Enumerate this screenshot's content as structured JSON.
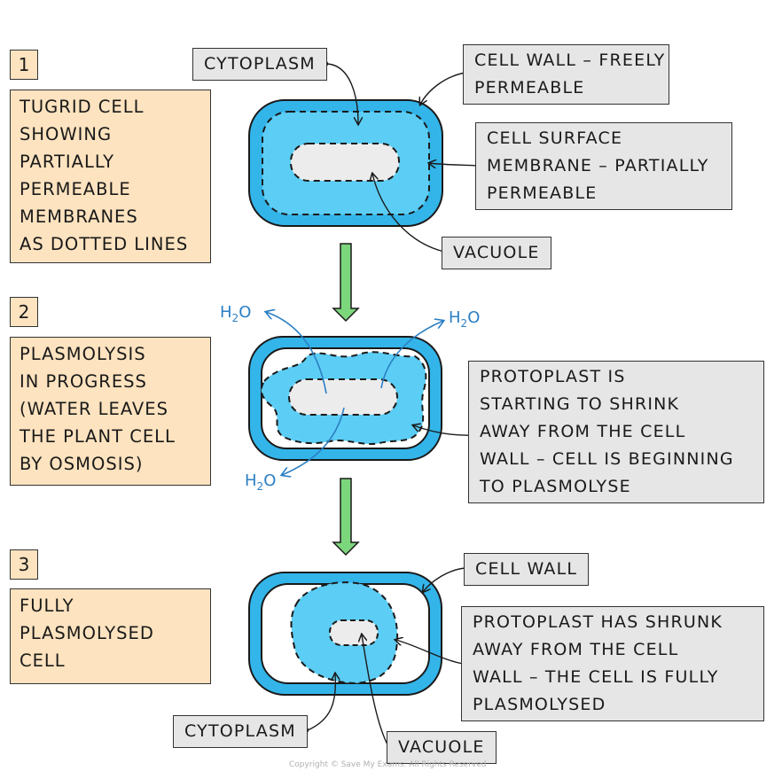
{
  "panels": [
    {
      "number": "1",
      "description": [
        "TUGRID  CELL",
        "SHOWING",
        "PARTIALLY",
        "PERMEABLE",
        "MEMBRANES",
        "AS DOTTED  LINES"
      ]
    },
    {
      "number": "2",
      "description": [
        "PLASMOLYSIS",
        "IN  PROGRESS",
        "(WATER  LEAVES",
        "THE  PLANT  CELL",
        "BY  OSMOSIS)"
      ]
    },
    {
      "number": "3",
      "description": [
        "FULLY",
        "PLASMOLYSED",
        "CELL"
      ]
    }
  ],
  "labels": {
    "cytoplasm_1": "CYTOPLASM",
    "cell_wall_1": [
      "CELL  WALL – FREELY",
      "PERMEABLE"
    ],
    "cell_surface_membrane": [
      "CELL  SURFACE",
      "MEMBRANE  – PARTIALLY",
      "PERMEABLE"
    ],
    "vacuole_1": "VACUOLE",
    "protoplast_2": [
      "PROTOPLAST  IS",
      "STARTING  TO  SHRINK",
      "AWAY  FROM  THE  CELL",
      "WALL – CELL  IS  BEGINNING",
      "TO  PLASMOLYSE"
    ],
    "cell_wall_3": "CELL  WALL",
    "protoplast_3": [
      "PROTOPLAST  HAS  SHRUNK",
      "AWAY  FROM  THE  CELL",
      "WALL – THE  CELL  IS  FULLY",
      "PLASMOLYSED"
    ],
    "cytoplasm_3": "CYTOPLASM",
    "vacuole_3": "VACUOLE"
  },
  "water_labels": {
    "base": "H",
    "sub": "2",
    "tail": "O"
  },
  "footer": "Copyright © Save My Exams. All Rights Reserved",
  "colors": {
    "label_box": "#fde3bf",
    "callout_box": "#e6e6e6",
    "cell_wall": "#33b5ea",
    "cytoplasm": "#5ccdf5",
    "vacuole": "#ececec",
    "arrow_green": "#7cd67c",
    "water": "#2b7fc4"
  }
}
